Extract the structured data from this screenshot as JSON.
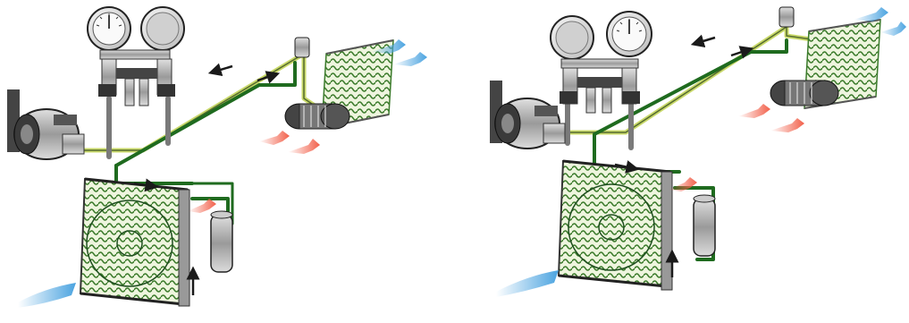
{
  "figure": {
    "panels": [
      {
        "id": "left",
        "gauges": [
          "low-pressure",
          "high-pressure"
        ]
      },
      {
        "id": "right",
        "gauges": [
          "low-pressure",
          "high-pressure"
        ]
      }
    ],
    "colors": {
      "pipe_dark": "#1f6b1f",
      "pipe_light": "#c9d96a",
      "coil": "#3a7a2a",
      "coil_fill": "#eaf2d8",
      "metal_dark": "#2a2a2a",
      "metal_mid": "#8a8a8a",
      "metal_light": "#d9d9d9",
      "air_hot": "#f2604a",
      "air_cold": "#4aa3e0",
      "flow_arrow": "#1a1a1a"
    },
    "icons": [
      "gauge-icon",
      "compressor-icon",
      "condenser-icon",
      "evaporator-icon",
      "receiver-drier-icon",
      "blower-icon",
      "air-flow-arrow-icon",
      "flow-direction-arrow-icon"
    ]
  }
}
